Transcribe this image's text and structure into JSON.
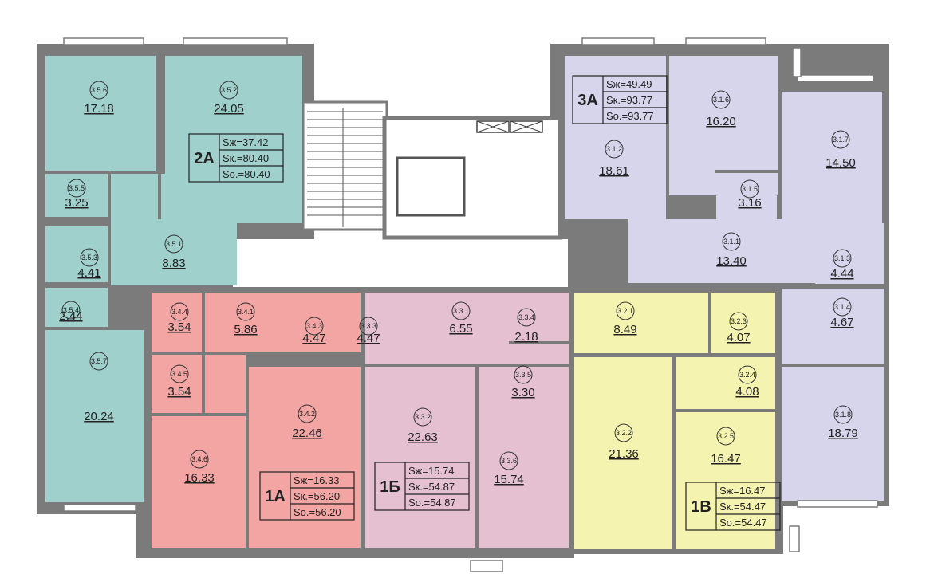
{
  "colors": {
    "apt_2a": "#9fd0cc",
    "apt_3a": "#d6d5ec",
    "apt_1a": "#f2a5a2",
    "apt_1b": "#e4c0d0",
    "apt_1v": "#f5f3b0",
    "wall": "#7b7b7b",
    "corridor": "#ffffff"
  },
  "rooms": [
    {
      "id": "3.5.6",
      "area": "17.18"
    },
    {
      "id": "3.5.2",
      "area": "24.05"
    },
    {
      "id": "3.5.5",
      "area": "3.25"
    },
    {
      "id": "3.5.1",
      "area": "8.83"
    },
    {
      "id": "3.5.3",
      "area": "4.41"
    },
    {
      "id": "3.5.4",
      "area": "2.44"
    },
    {
      "id": "3.5.7",
      "area": "20.24"
    },
    {
      "id": "3.1.2",
      "area": "18.61"
    },
    {
      "id": "3.1.6",
      "area": "16.20"
    },
    {
      "id": "3.1.7",
      "area": "14.50"
    },
    {
      "id": "3.1.5",
      "area": "3.16"
    },
    {
      "id": "3.1.1",
      "area": "13.40"
    },
    {
      "id": "3.1.3",
      "area": "4.44"
    },
    {
      "id": "3.1.4",
      "area": "4.67"
    },
    {
      "id": "3.1.8",
      "area": "18.79"
    },
    {
      "id": "3.4.4",
      "area": "3.54"
    },
    {
      "id": "3.4.1",
      "area": "5.86"
    },
    {
      "id": "3.4.3",
      "area": "4.47"
    },
    {
      "id": "3.4.5",
      "area": "3.54"
    },
    {
      "id": "3.4.2",
      "area": "22.46"
    },
    {
      "id": "3.4.6",
      "area": "16.33"
    },
    {
      "id": "3.3.3",
      "area": "4.47"
    },
    {
      "id": "3.3.1",
      "area": "6.55"
    },
    {
      "id": "3.3.4",
      "area": "2.18"
    },
    {
      "id": "3.3.5",
      "area": "3.30"
    },
    {
      "id": "3.3.2",
      "area": "22.63"
    },
    {
      "id": "3.3.6",
      "area": "15.74"
    },
    {
      "id": "3.2.1",
      "area": "8.49"
    },
    {
      "id": "3.2.3",
      "area": "4.07"
    },
    {
      "id": "3.2.4",
      "area": "4.08"
    },
    {
      "id": "3.2.2",
      "area": "21.36"
    },
    {
      "id": "3.2.5",
      "area": "16.47"
    }
  ],
  "apartments": [
    {
      "type": "2А",
      "lines": [
        "Sж=37.42",
        "Sк.=80.40",
        "Sо.=80.40"
      ]
    },
    {
      "type": "3А",
      "lines": [
        "Sж=49.49",
        "Sк.=93.77",
        "Sо.=93.77"
      ]
    },
    {
      "type": "1А",
      "lines": [
        "Sж=16.33",
        "Sк.=56.20",
        "Sо.=56.20"
      ]
    },
    {
      "type": "1Б",
      "lines": [
        "Sж=15.74",
        "Sк.=54.87",
        "Sо.=54.87"
      ]
    },
    {
      "type": "1В",
      "lines": [
        "Sж=16.47",
        "Sк.=54.47",
        "Sо.=54.47"
      ]
    }
  ]
}
